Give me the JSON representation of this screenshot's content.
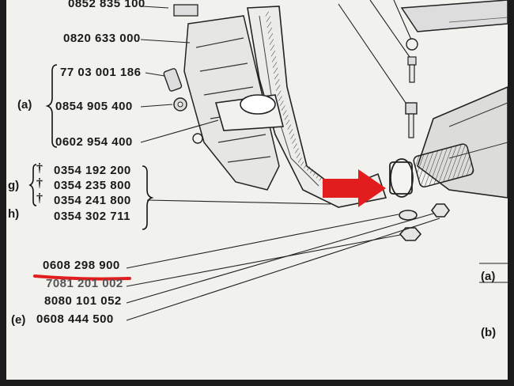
{
  "part_numbers": {
    "p1": "0852 835 100",
    "p2": "0820 633 000",
    "p3": "77 03 001 186",
    "p4": "0854 905 400",
    "p5": "0602 954 400",
    "p6": "0354 192 200",
    "p7": "0354 235 800",
    "p8": "0354 241 800",
    "p9": "0354 302 711",
    "p10": "0608 298 900",
    "p11": "7081 201 002",
    "p12": "8080 101 052",
    "p13": "0608 444 500"
  },
  "dagger": "†",
  "labels": {
    "a": "(a)",
    "g": "g)",
    "h": "h)",
    "e": "(e)",
    "right_a": "(a)",
    "right_b": "(b)"
  },
  "highlight_color": "#e11d1d",
  "annotations": [
    "red-arrow",
    "red-underline"
  ]
}
